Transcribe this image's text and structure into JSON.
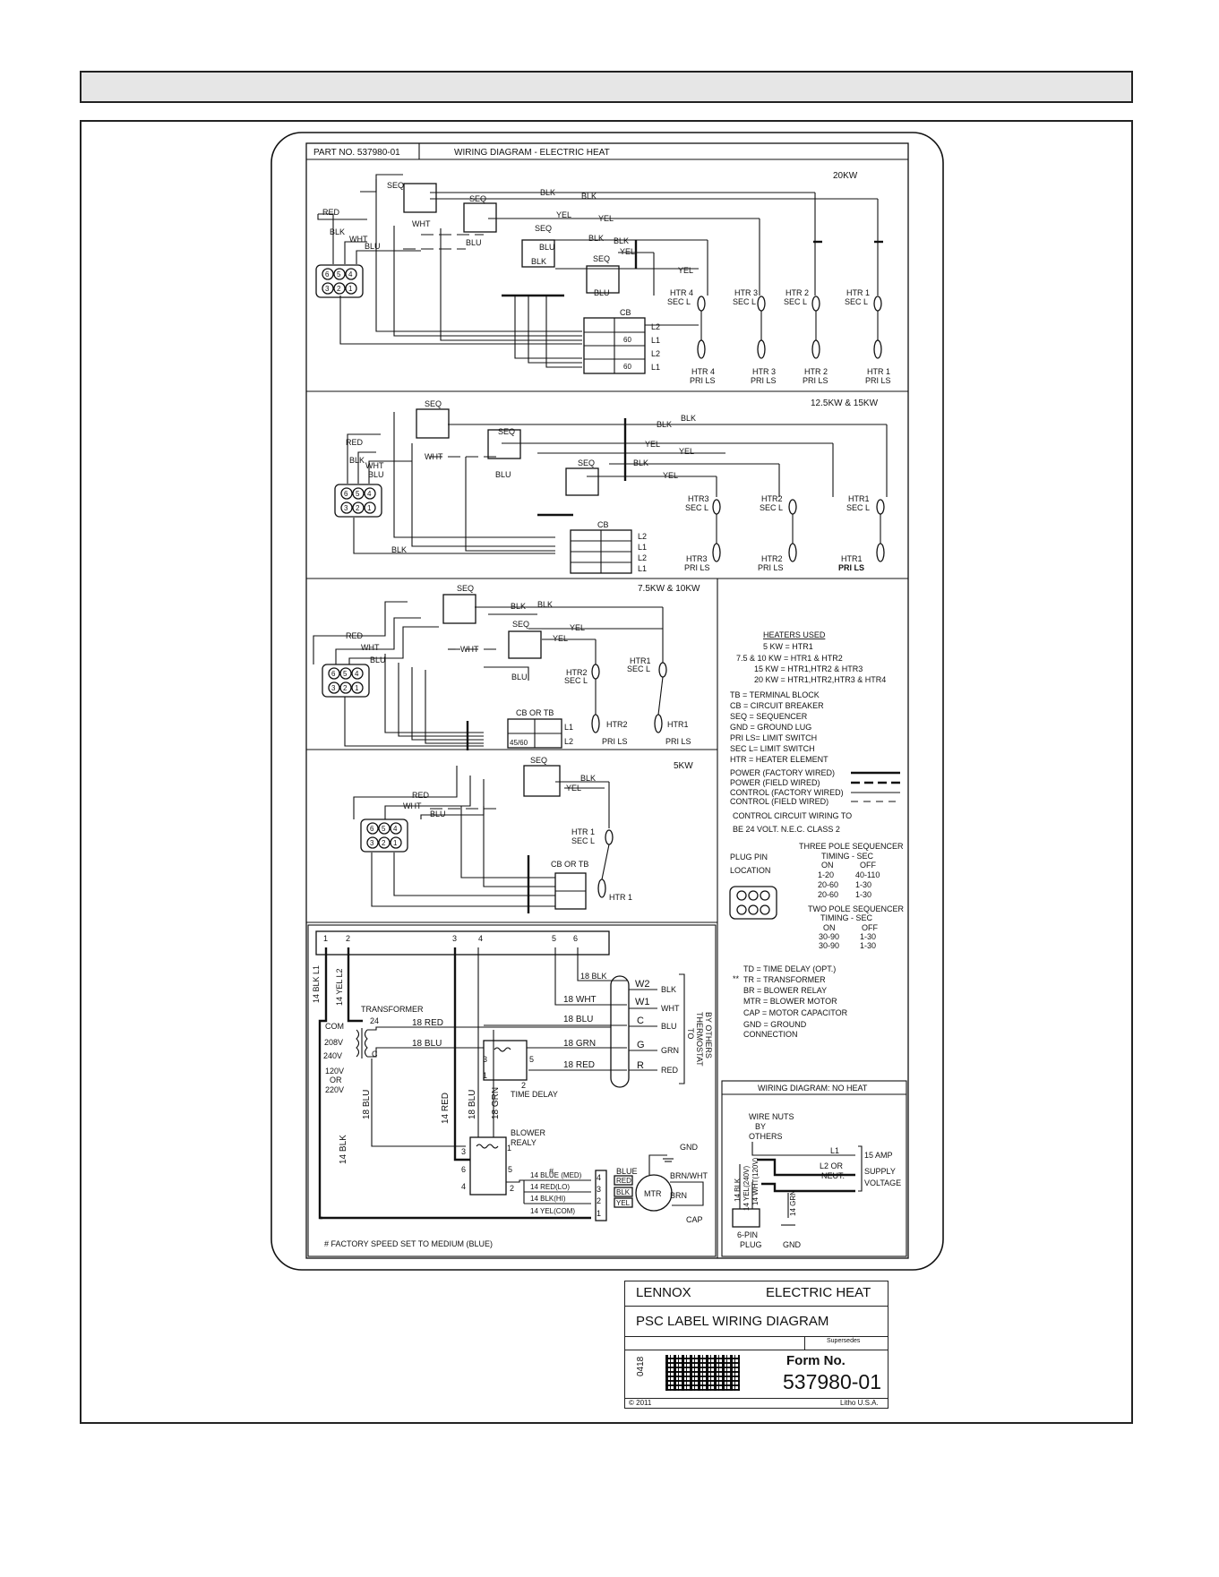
{
  "header": {
    "part_no": "PART NO. 537980-01",
    "title": "WIRING DIAGRAM - ELECTRIC HEAT"
  },
  "sections": {
    "s20": {
      "title": "20KW",
      "seq": "SEQ",
      "wires": {
        "red": "RED",
        "blk": "BLK",
        "wht": "WHT",
        "blu": "BLU",
        "yel": "YEL"
      },
      "cb": "CB",
      "lines": [
        "L2",
        "L1",
        "L2",
        "L1"
      ],
      "sec": [
        "HTR 4",
        "SEC L",
        "HTR 3",
        "SEC L",
        "HTR 2",
        "SEC L",
        "HTR 1",
        "SEC L"
      ],
      "pri": [
        "HTR 4",
        "PRI LS",
        "HTR 3",
        "PRI LS",
        "HTR 2",
        "PRI LS",
        "HTR 1",
        "PRI LS"
      ],
      "cb_rating": [
        "60",
        "60"
      ]
    },
    "s15": {
      "title": "12.5KW & 15KW",
      "sec": [
        "HTR3",
        "SEC L",
        "HTR2",
        "SEC L",
        "HTR1",
        "SEC L"
      ],
      "pri": [
        "HTR3",
        "PRI LS",
        "HTR2",
        "PRI LS",
        "HTR1",
        "PRI LS"
      ]
    },
    "s10": {
      "title": "7.5KW & 10KW",
      "cb": "CB OR TB",
      "cb_rating": "45/60",
      "sec": [
        "HTR2",
        "SEC L",
        "HTR1",
        "SEC L"
      ],
      "pri": [
        "HTR2",
        "PRI LS",
        "HTR1",
        "PRI LS"
      ]
    },
    "s5": {
      "title": "5KW",
      "cb": "CB OR TB",
      "sec": [
        "HTR 1",
        "SEC L"
      ],
      "pri": "HTR 1"
    }
  },
  "plug_pins": [
    "6",
    "5",
    "4",
    "3",
    "2",
    "1"
  ],
  "legend": {
    "heaters_title": "HEATERS USED",
    "heaters": [
      "5 KW = HTR1",
      "7.5 & 10 KW = HTR1 & HTR2",
      "15 KW = HTR1,HTR2 & HTR3",
      "20 KW = HTR1,HTR2,HTR3 & HTR4"
    ],
    "abbrevs": [
      "TB = TERMINAL BLOCK",
      "CB = CIRCUIT BREAKER",
      "SEQ = SEQUENCER",
      "GND = GROUND LUG",
      "PRI LS= LIMIT SWITCH",
      "SEC L= LIMIT SWITCH",
      "HTR = HEATER ELEMENT"
    ],
    "lines": [
      "POWER (FACTORY WIRED)",
      "POWER (FIELD WIRED)",
      "CONTROL (FACTORY WIRED)",
      "CONTROL (FIELD WIRED)"
    ],
    "note1": "CONTROL CIRCUIT WIRING TO",
    "note2": "BE 24 VOLT. N.E.C. CLASS 2",
    "three_pole": "THREE POLE SEQUENCER",
    "timing": "TIMING - SEC",
    "on": "ON",
    "off": "OFF",
    "plug_pin": "PLUG PIN",
    "location": "LOCATION",
    "three_rows": [
      [
        "1-20",
        "40-110"
      ],
      [
        "20-60",
        "1-30"
      ],
      [
        "20-60",
        "1-30"
      ]
    ],
    "two_pole": "TWO POLE SEQUENCER",
    "two_rows": [
      [
        "30-90",
        "1-30"
      ],
      [
        "30-90",
        "1-30"
      ]
    ],
    "control_abbrevs": [
      "TD = TIME DELAY (OPT.)",
      "TR = TRANSFORMER",
      "BR = BLOWER RELAY",
      "MTR = BLOWER MOTOR",
      "CAP = MOTOR CAPACITOR",
      "GND = GROUND",
      "CONNECTION"
    ],
    "double_star": "**"
  },
  "control": {
    "terminals": [
      "1",
      "2",
      "3",
      "4",
      "5",
      "6"
    ],
    "transformer": "TRANSFORMER",
    "com": "COM",
    "t24": "24",
    "v208": "208V",
    "v240": "240V",
    "c": "C",
    "v120": "120V",
    "or": "OR",
    "v220": "220V",
    "blk_l1": "14 BLK L1",
    "yel_l2": "14 YEL L2",
    "red18": "18 RED",
    "blu18": "18 BLU",
    "blk18": "18 BLK",
    "wht18": "18 WHT",
    "grn18": "18 GRN",
    "time_delay": "TIME DELAY",
    "td_pins": [
      "3",
      "1",
      "5",
      "2"
    ],
    "thermo": [
      "W2",
      "W1",
      "C",
      "G",
      "R"
    ],
    "thermo_colors": [
      "BLK",
      "WHT",
      "BLU",
      "GRN",
      "RED"
    ],
    "thermostat": [
      "TO",
      "THERMOSTAT",
      "BY OTHERS"
    ],
    "red14": "14 RED",
    "blu18v": "18 BLU",
    "grn18v": "18 GRN",
    "blk14": "14 BLK",
    "blu18b": "18 BLU",
    "blower": "BLOWER",
    "realy": "REALY",
    "br_pins": [
      "3",
      "1",
      "6",
      "5",
      "4",
      "2"
    ],
    "speed_hash": "#",
    "speeds": [
      "14 BLUE (MED)",
      "14 RED(LO)",
      "14 BLK(HI)",
      "14 YEL(COM)"
    ],
    "speed_pins": [
      "4",
      "3",
      "2",
      "1"
    ],
    "motor_wires": [
      "BLUE",
      "RED",
      "BLK",
      "YEL"
    ],
    "mtr": "MTR",
    "gnd": "GND",
    "brn_wht": "BRN/WHT",
    "brn": "BRN",
    "cap": "CAP",
    "footnote": "# FACTORY SPEED SET TO MEDIUM (BLUE)"
  },
  "noheat": {
    "title": "WIRING DIAGRAM: NO HEAT",
    "wire_nuts": [
      "WIRE NUTS",
      "BY",
      "OTHERS"
    ],
    "l1": "L1",
    "l2": [
      "L2 OR",
      "NEUT."
    ],
    "supply": [
      "15 AMP",
      "SUPPLY",
      "VOLTAGE"
    ],
    "blk": "14 BLK",
    "yel": "14 YEL(240V)",
    "wht": "14 WHT(120V)",
    "grn": "14 GRN",
    "plug": [
      "6-PIN",
      "PLUG"
    ],
    "gnd": "GND"
  },
  "titleblock": {
    "brand": "LENNOX",
    "category": "ELECTRIC HEAT",
    "title": "PSC LABEL WIRING DIAGRAM",
    "supersedes": "Supersedes",
    "code": "0418",
    "form_label": "Form No.",
    "form_no": "537980-01",
    "copyright": "© 2011",
    "litho": "Litho U.S.A."
  }
}
